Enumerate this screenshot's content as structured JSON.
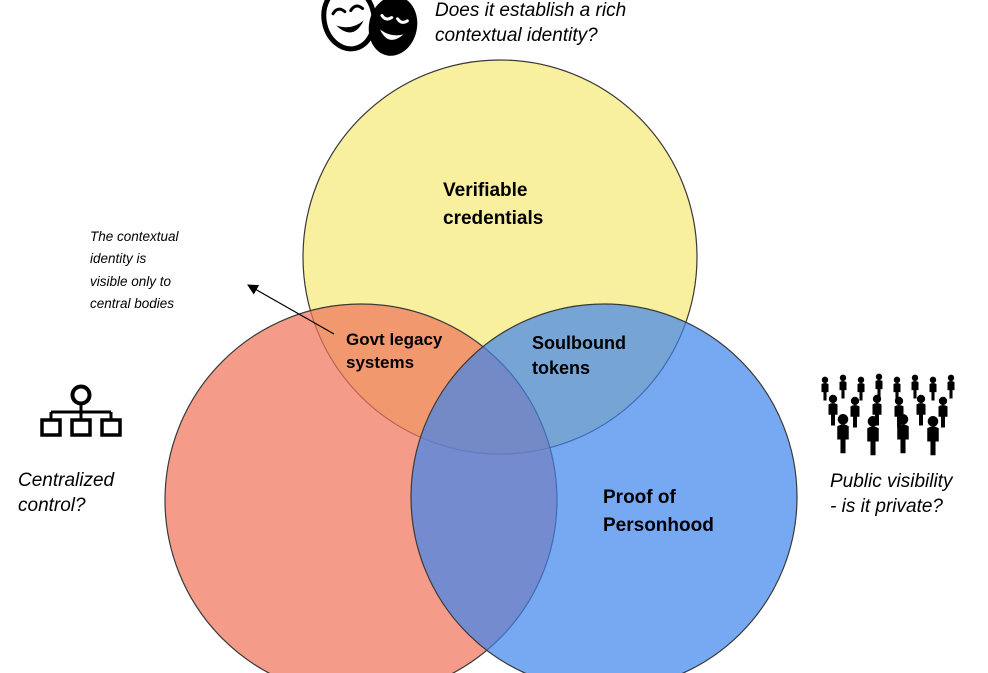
{
  "diagram": {
    "type": "venn-3-sets",
    "questions": {
      "top": "Does it establish a rich\ncontextual identity?",
      "left": "Centralized\ncontrol?",
      "right": "Public visibility\n- is it private?"
    },
    "sets": {
      "verifiable_credentials": {
        "label": "Verifiable\ncredentials",
        "color": "#F6EB87"
      },
      "centralized_systems": {
        "color": "#F0765C"
      },
      "proof_of_personhood": {
        "label": "Proof of\nPersonhood",
        "color": "#3D85EC"
      }
    },
    "overlaps": {
      "govt_legacy": "Govt legacy\nsystems",
      "soulbound": "Soulbound\ntokens"
    },
    "annotation": {
      "text": "The contextual\nidentity is\nvisible only to\ncentral bodies"
    },
    "icons": {
      "top": "theater-masks-icon",
      "left": "org-hierarchy-icon",
      "right": "crowd-icon"
    },
    "colors": {
      "background": "#FFFFFF",
      "circle_outline": "#3A3A3A",
      "text": "#000000",
      "overlap_orange": "#F2A54C",
      "overlap_bluegray": "#7BA4C9",
      "overlap_purple": "#9B7FAE"
    }
  }
}
